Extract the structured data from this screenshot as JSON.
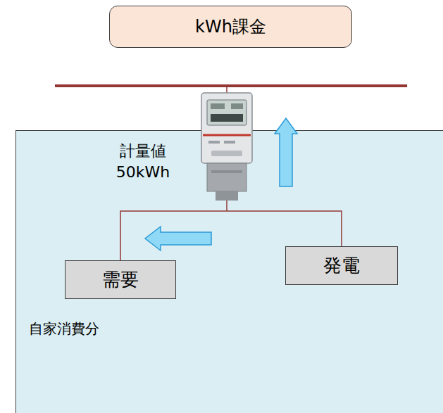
{
  "diagram": {
    "nodes": [
      {
        "text": [
          "kWh課金"
        ]
      },
      {
        "text": [
          "自家消費分"
        ]
      },
      {
        "text": [
          "需要"
        ],
        "in": 1
      },
      {
        "text": [
          "発電"
        ],
        "in": 1
      }
    ],
    "edges": [
      {
        "from": 3,
        "to": 2,
        "arrow": "none"
      }
    ],
    "labels": [
      "計量値 50kWh"
    ]
  }
}
